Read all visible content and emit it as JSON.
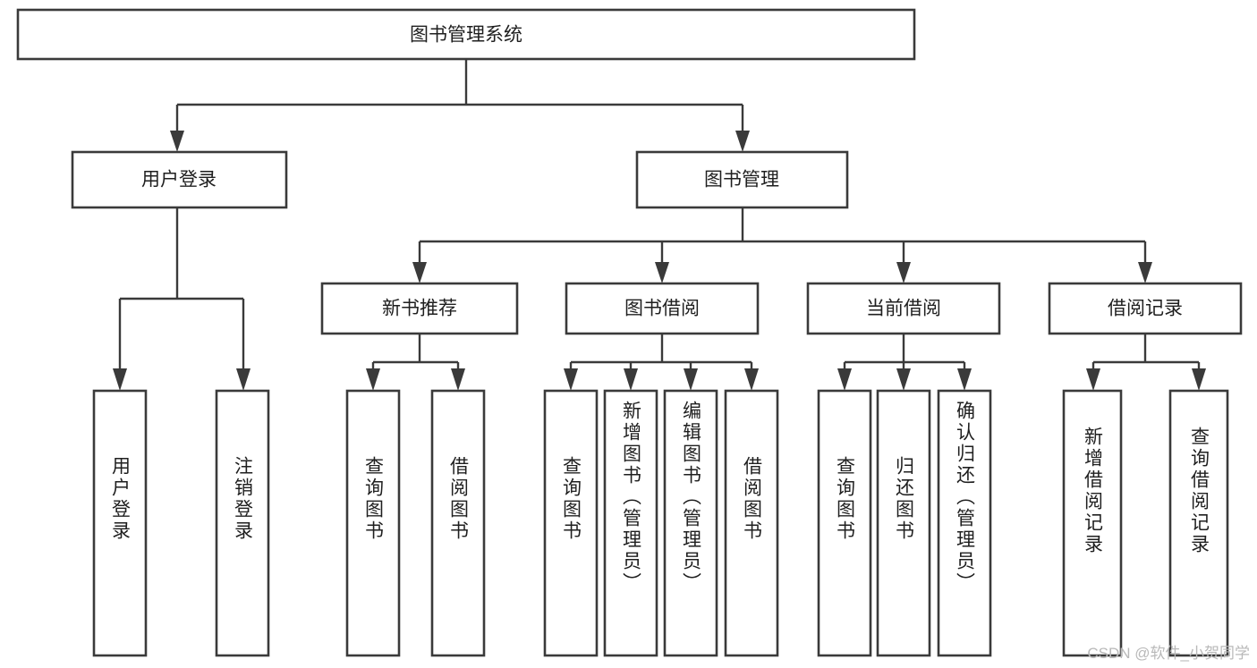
{
  "diagram": {
    "type": "tree-hierarchy-chart",
    "title": "图书管理系统",
    "orientation": "top-down",
    "colors": {
      "box_fill": "#ffffff",
      "box_stroke": "#3a3a3a",
      "connector": "#3a3a3a",
      "text": "#1f1f1f",
      "watermark": "#b9b9b9",
      "background": "#ffffff"
    },
    "root": {
      "id": "root",
      "label": "图书管理系统",
      "text_direction": "horizontal"
    },
    "level1": [
      {
        "id": "user-login",
        "label": "用户登录",
        "text_direction": "horizontal"
      },
      {
        "id": "book-manage",
        "label": "图书管理",
        "text_direction": "horizontal"
      }
    ],
    "level2": [
      {
        "id": "new-book-recommend",
        "label": "新书推荐",
        "parent": "book-manage",
        "text_direction": "horizontal"
      },
      {
        "id": "book-borrow",
        "label": "图书借阅",
        "parent": "book-manage",
        "text_direction": "horizontal"
      },
      {
        "id": "current-borrow",
        "label": "当前借阅",
        "parent": "book-manage",
        "text_direction": "horizontal"
      },
      {
        "id": "borrow-record",
        "label": "借阅记录",
        "parent": "book-manage",
        "text_direction": "horizontal"
      }
    ],
    "leaves": [
      {
        "id": "leaf-user-login",
        "label": "用户登录",
        "parent": "user-login",
        "text_direction": "vertical"
      },
      {
        "id": "leaf-user-logout",
        "label": "注销登录",
        "parent": "user-login",
        "text_direction": "vertical"
      },
      {
        "id": "leaf-query-book-rec",
        "label": "查询图书",
        "parent": "new-book-recommend",
        "text_direction": "vertical"
      },
      {
        "id": "leaf-borrow-book-rec",
        "label": "借阅图书",
        "parent": "new-book-recommend",
        "text_direction": "vertical"
      },
      {
        "id": "leaf-query-book-borrow",
        "label": "查询图书",
        "parent": "book-borrow",
        "text_direction": "vertical"
      },
      {
        "id": "leaf-add-book-admin",
        "label": "新增图书（管理员）",
        "parent": "book-borrow",
        "text_direction": "vertical"
      },
      {
        "id": "leaf-edit-book-admin",
        "label": "编辑图书（管理员）",
        "parent": "book-borrow",
        "text_direction": "vertical"
      },
      {
        "id": "leaf-borrow-book",
        "label": "借阅图书",
        "parent": "book-borrow",
        "text_direction": "vertical"
      },
      {
        "id": "leaf-query-book-current",
        "label": "查询图书",
        "parent": "current-borrow",
        "text_direction": "vertical"
      },
      {
        "id": "leaf-return-book",
        "label": "归还图书",
        "parent": "current-borrow",
        "text_direction": "vertical"
      },
      {
        "id": "leaf-confirm-return-admin",
        "label": "确认归还（管理员）",
        "parent": "current-borrow",
        "text_direction": "vertical"
      },
      {
        "id": "leaf-add-borrow-record",
        "label": "新增借阅记录",
        "parent": "borrow-record",
        "text_direction": "vertical"
      },
      {
        "id": "leaf-query-borrow-record",
        "label": "查询借阅记录",
        "parent": "borrow-record",
        "text_direction": "vertical"
      }
    ],
    "watermark": "CSDN @软件_小贺同学"
  }
}
